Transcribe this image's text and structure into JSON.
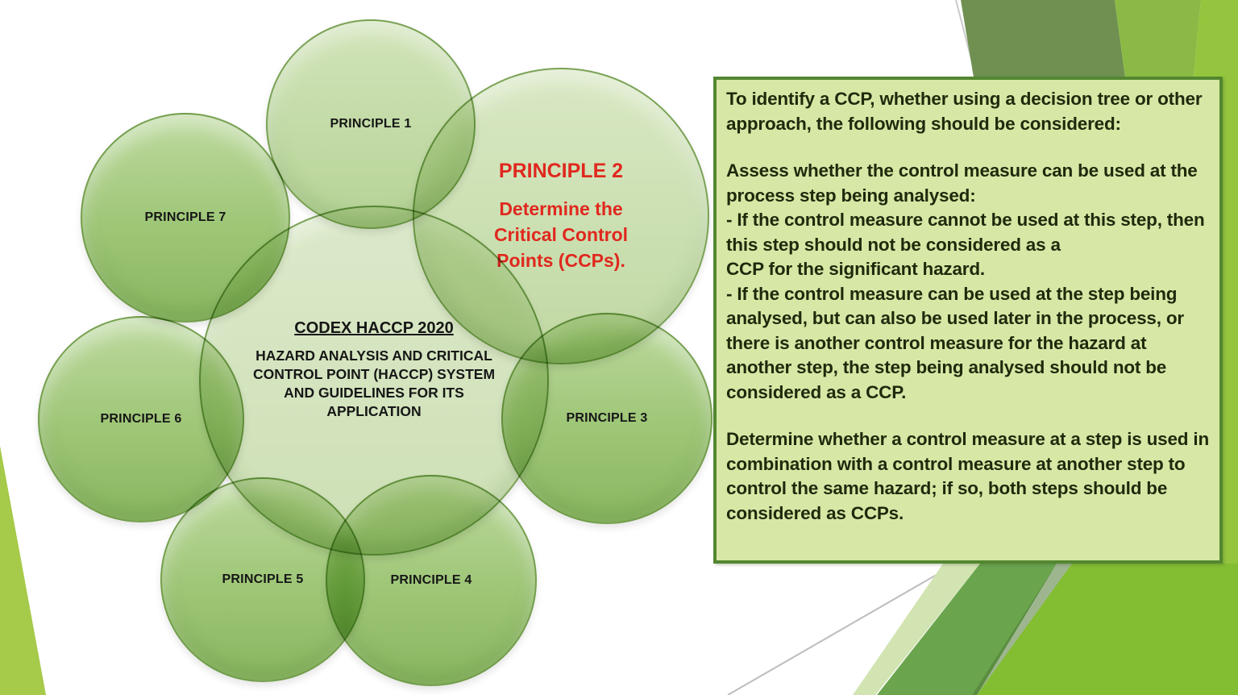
{
  "slide": {
    "type": "presentation-slide",
    "topic": "HACCP Principle 2 - Determine the Critical Control Points"
  },
  "palette": {
    "box_fill": "#d7e8a6",
    "box_border": "#538730",
    "box_text": "#1d2a0c",
    "accent_red": "#e0281e",
    "label_text": "#161616",
    "petal_green": "#93c56e",
    "petal_rim": "#6c9844",
    "facet_sage": "#6f9051",
    "facet_lime_mid": "#8aba45",
    "facet_lime_bright": "#94c53e",
    "facet_bottom_pale": "#d2e4b2",
    "facet_bottom_medium": "#6aa54e",
    "facet_bottom_seam": "#4e7a35",
    "facet_bottom_lime": "#83bd32",
    "left_sliver": "#a6ca49"
  },
  "diagram": {
    "center": {
      "title": "CODEX HACCP 2020",
      "subtitle": "HAZARD ANALYSIS AND CRITICAL\nCONTROL POINT (HACCP) SYSTEM\nAND GUIDELINES FOR ITS\nAPPLICATION"
    },
    "labels": {
      "p1": "PRINCIPLE 1",
      "p3": "PRINCIPLE 3",
      "p4": "PRINCIPLE 4",
      "p5": "PRINCIPLE 5",
      "p6": "PRINCIPLE 6",
      "p7": "PRINCIPLE 7"
    },
    "principle2": {
      "title": "PRINCIPLE 2",
      "body": "Determine the\nCritical Control\nPoints (CCPs)."
    }
  },
  "textbox": {
    "paragraphs": [
      "To identify a CCP, whether using a decision tree or other approach, the following should be considered:",
      "Assess whether the control measure can be used at the process step being analysed:\n- If the control measure cannot be used at this step, then this step should not be considered as a\nCCP for the significant hazard.\n- If the control measure can be used at the step being analysed, but can also be used later in the process, or there is another control measure for the hazard at another step, the step being analysed should not be considered as a CCP.",
      "Determine whether a control measure at a step is used in combination with a control measure at another step to control the same hazard; if so, both steps should be considered as CCPs."
    ]
  }
}
